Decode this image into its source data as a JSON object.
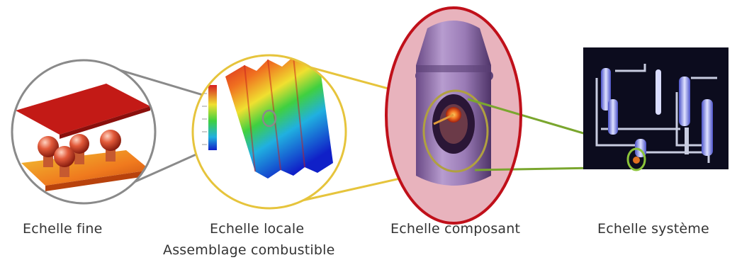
{
  "captions": {
    "fine": "Echelle fine",
    "locale": "Echelle locale",
    "assembly": "Assemblage combustible",
    "composant": "Echelle composant",
    "systeme": "Echelle système"
  },
  "colors": {
    "fine_circle": "#8a8a8a",
    "local_circle": "#e6c43c",
    "component_highlight": "#e8b3bd",
    "component_outline": "#c0101a",
    "component_connector": "#e09a3a",
    "system_connector": "#7aa62e",
    "system_background": "#0c0c1e"
  },
  "icons": {
    "fine": "fuel-pellet-mesh",
    "local": "temperature-field-assembly",
    "component": "reactor-vessel",
    "system": "reactor-circuit"
  }
}
